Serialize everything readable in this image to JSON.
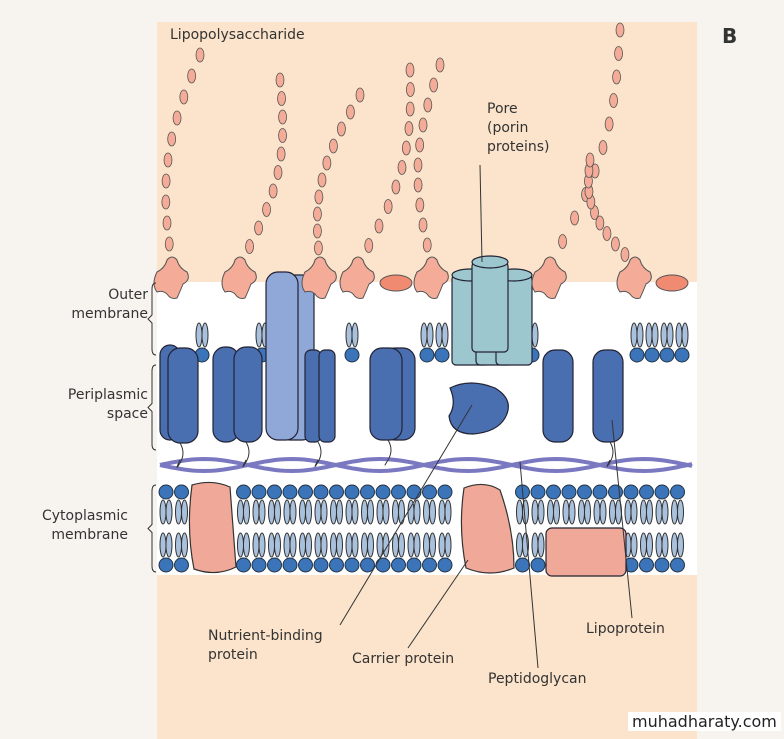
{
  "panel_letter": "B",
  "labels": {
    "lipopolysaccharide": "Lipopolysaccharide",
    "pore": "Pore (porin proteins)",
    "pore_lines": [
      "Pore",
      "(porin",
      "proteins)"
    ],
    "outer_membrane": [
      "Outer",
      "membrane"
    ],
    "periplasmic_space": [
      "Periplasmic",
      "space"
    ],
    "cytoplasmic_membrane": [
      "Cytoplasmic",
      "membrane"
    ],
    "nutrient_binding_protein": [
      "Nutrient-binding",
      "protein"
    ],
    "carrier_protein": "Carrier protein",
    "peptidoglycan": "Peptidoglycan",
    "lipoprotein": "Lipoprotein"
  },
  "watermark": "muhadharaty.com",
  "colors": {
    "background_top": "#fbe4cb",
    "membrane_zone": "#ffffff",
    "lps": "#f4ac98",
    "lipid_head": "#3b74b8",
    "protein_dark": "#4a6fb0",
    "protein_light": "#8fa8d8",
    "porin": "#9cc7cf",
    "peptidoglycan": "#7a78c0",
    "carrier": "#f0a898"
  }
}
